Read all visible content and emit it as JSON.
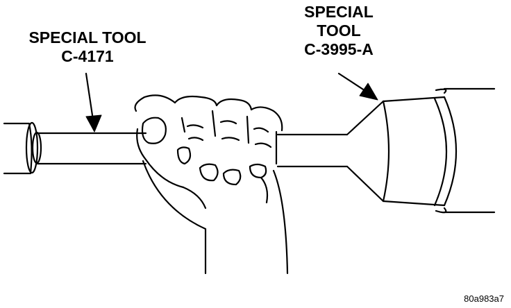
{
  "callouts": {
    "left": {
      "line1": "SPECIAL TOOL",
      "line2": "C-4171"
    },
    "right": {
      "line1": "SPECIAL",
      "line2": "TOOL",
      "line3": "C-3995-A"
    }
  },
  "figure_id": "80a983a7",
  "colors": {
    "ink": "#000000",
    "paper": "#ffffff"
  }
}
